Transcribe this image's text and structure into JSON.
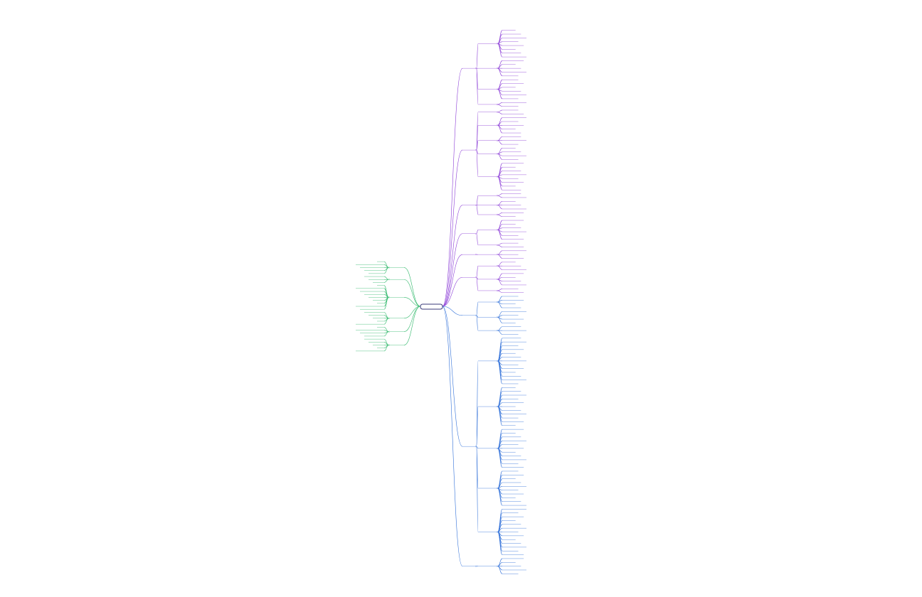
{
  "mindmap": {
    "root": "",
    "colors": {
      "purple": "#8a3bd6",
      "blue": "#2f6fd8",
      "green": "#2fb86a",
      "root_border": "#3a3a7a"
    },
    "right": [
      {
        "label": "",
        "color": "purple",
        "branches": [
          {
            "label": "",
            "leaves": [
              "",
              "",
              "",
              "",
              "",
              "",
              "",
              ""
            ]
          },
          {
            "label": "",
            "leaves": [
              "",
              "",
              "",
              "",
              ""
            ]
          },
          {
            "label": "",
            "leaves": [
              "",
              "",
              "",
              "",
              "",
              ""
            ]
          },
          {
            "label": "",
            "leaves": [
              "",
              ""
            ]
          }
        ]
      },
      {
        "label": "",
        "color": "purple",
        "branches": [
          {
            "label": "",
            "leaves": [
              "",
              ""
            ]
          },
          {
            "label": "",
            "leaves": [
              "",
              "",
              "",
              "",
              ""
            ]
          },
          {
            "label": "",
            "leaves": [
              "",
              "",
              ""
            ]
          },
          {
            "label": "",
            "leaves": [
              "",
              "",
              "",
              ""
            ]
          },
          {
            "label": "",
            "leaves": [
              "",
              "",
              "",
              "",
              "",
              "",
              "",
              ""
            ]
          }
        ]
      },
      {
        "label": "",
        "color": "purple",
        "branches": [
          {
            "label": "",
            "leaves": [
              "",
              ""
            ]
          },
          {
            "label": "",
            "leaves": [
              "",
              "",
              ""
            ]
          },
          {
            "label": "",
            "leaves": [
              "",
              ""
            ]
          }
        ]
      },
      {
        "label": "",
        "color": "purple",
        "branches": [
          {
            "label": "",
            "leaves": [
              "",
              "",
              "",
              "",
              "",
              ""
            ]
          },
          {
            "label": "",
            "leaves": [
              "",
              ""
            ]
          }
        ]
      },
      {
        "label": "",
        "color": "purple",
        "branches": [
          {
            "label": "",
            "leaves": [
              "",
              "",
              ""
            ]
          }
        ]
      },
      {
        "label": "",
        "color": "purple",
        "branches": [
          {
            "label": "",
            "leaves": [
              "",
              "",
              ""
            ]
          },
          {
            "label": "",
            "leaves": [
              "",
              "",
              "",
              ""
            ]
          },
          {
            "label": "",
            "leaves": [
              "",
              ""
            ]
          }
        ]
      },
      {
        "label": "",
        "color": "blue",
        "branches": [
          {
            "label": "",
            "leaves": [
              "",
              "",
              "",
              ""
            ]
          },
          {
            "label": "",
            "leaves": [
              "",
              "",
              "",
              ""
            ]
          },
          {
            "label": "",
            "leaves": [
              "",
              "",
              ""
            ]
          }
        ]
      },
      {
        "label": "",
        "color": "blue",
        "branches": [
          {
            "label": "",
            "leaves": [
              "",
              "",
              "",
              "",
              "",
              "",
              "",
              "",
              "",
              "",
              "",
              "",
              ""
            ]
          },
          {
            "label": "",
            "leaves": [
              "",
              "",
              "",
              "",
              "",
              "",
              "",
              "",
              "",
              "",
              ""
            ]
          },
          {
            "label": "",
            "leaves": [
              "",
              "",
              "",
              "",
              "",
              "",
              "",
              "",
              "",
              "",
              ""
            ]
          },
          {
            "label": "",
            "leaves": [
              "",
              "",
              "",
              "",
              "",
              "",
              "",
              "",
              "",
              ""
            ]
          },
          {
            "label": "",
            "leaves": [
              "",
              "",
              "",
              "",
              "",
              "",
              "",
              "",
              "",
              "",
              "",
              "",
              ""
            ]
          }
        ]
      },
      {
        "label": "",
        "color": "blue",
        "branches": [
          {
            "label": "",
            "leaves": [
              "",
              "",
              "",
              "",
              ""
            ]
          }
        ]
      }
    ],
    "left": [
      {
        "label": "",
        "color": "green",
        "leaves": [
          "",
          "",
          "",
          "",
          ""
        ]
      },
      {
        "label": "",
        "color": "green",
        "leaves": [
          "",
          "",
          ""
        ]
      },
      {
        "label": "",
        "color": "green",
        "leaves": [
          "",
          "",
          "",
          "",
          "",
          "",
          "",
          "",
          ""
        ]
      },
      {
        "label": "",
        "color": "green",
        "leaves": [
          "",
          "",
          "",
          "",
          ""
        ]
      },
      {
        "label": "",
        "color": "green",
        "leaves": [
          "",
          "",
          "",
          ""
        ]
      },
      {
        "label": "",
        "color": "green",
        "leaves": [
          "",
          "",
          "",
          "",
          ""
        ]
      }
    ]
  }
}
